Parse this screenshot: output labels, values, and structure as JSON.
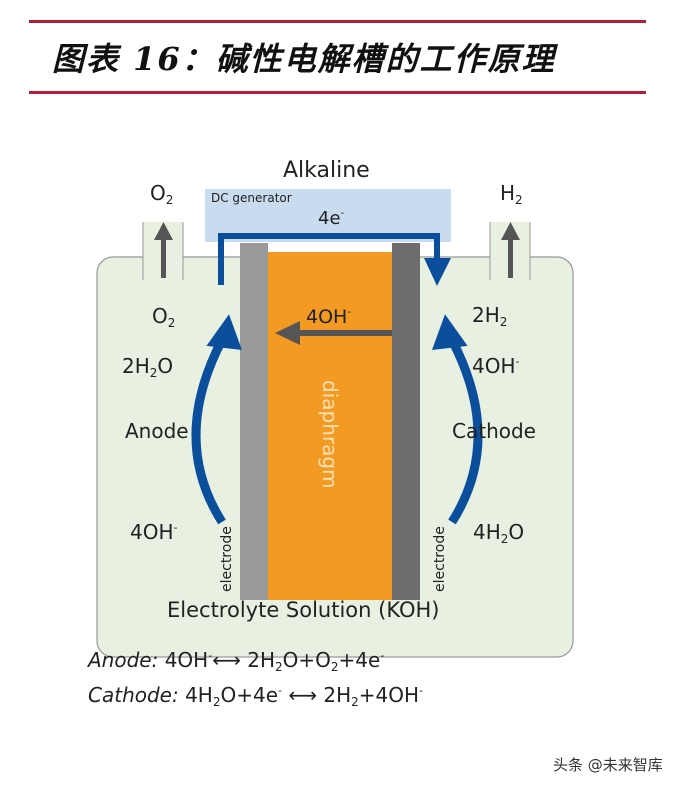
{
  "title": "图表 16：碱性电解槽的工作原理",
  "diagram": {
    "heading": "Alkaline",
    "generator_label": "DC generator",
    "electron_flow": {
      "main": "4e",
      "sup": "-"
    },
    "outlet_left": {
      "main": "O",
      "sub": "2"
    },
    "outlet_right": {
      "main": "H",
      "sub": "2"
    },
    "ion_flow": {
      "main": "4OH",
      "sup": "-"
    },
    "diaphragm_label": "diaphragm",
    "electrode_label": "electrode",
    "anode": {
      "label": "Anode",
      "o2": {
        "main": "O",
        "sub": "2"
      },
      "h2o": {
        "pre": "2H",
        "sub": "2",
        "post": "O"
      },
      "oh": {
        "main": "4OH",
        "sup": "-"
      }
    },
    "cathode": {
      "label": "Cathode",
      "h2": {
        "main": "2H",
        "sub": "2"
      },
      "oh": {
        "main": "4OH",
        "sup": "-"
      },
      "h2o": {
        "pre": "4H",
        "sub": "2",
        "post": "O"
      }
    },
    "electrolyte_label": "Electrolyte Solution (KOH)"
  },
  "equations": {
    "anode": {
      "name": "Anode:",
      "a": "4OH",
      "a_sup": "-",
      "arrow": "⟷",
      "b": "2H",
      "b_sub": "2",
      "c": "O+O",
      "c_sub": "2",
      "d": "+4e",
      "d_sup": "-"
    },
    "cathode": {
      "name": "Cathode:",
      "a": "4H",
      "a_sub": "2",
      "b": "O+4e",
      "b_sup": "-",
      "arrow": "⟷",
      "c": "2H",
      "c_sub": "2",
      "d": "+4OH",
      "d_sup": "-"
    }
  },
  "watermark": "头条 @未来智库",
  "colors": {
    "rule": "#b0203a",
    "wire": "#0b4f9c",
    "diaphragm": "#f39a22",
    "solution": "#e8f0e2",
    "generator": "#c9dbee"
  }
}
